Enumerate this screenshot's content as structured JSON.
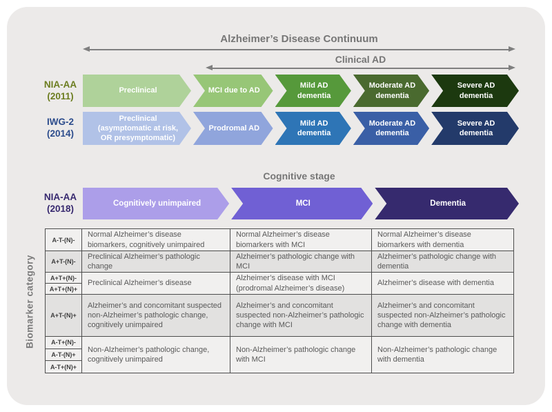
{
  "colors": {
    "page_bg": "#ffffff",
    "card_bg": "#ECEAE9",
    "heading_gray": "#767676",
    "arrow_gray": "#7f7f7f",
    "table_border": "#4d4d4d",
    "table_row_light": "#F1F0EF",
    "table_row_dark": "#E2E1E0",
    "table_text": "#595959"
  },
  "header": {
    "continuum_label": "Alzheimer’s Disease Continuum",
    "clinical_label": "Clinical AD"
  },
  "cognitive_stage_label": "Cognitive stage",
  "rows": [
    {
      "label_line1": "NIA-AA",
      "label_line2": "(2011)",
      "label_color": "#6C7D20",
      "segments": [
        {
          "text": "Preclinical",
          "color": "#AFD29A"
        },
        {
          "text": "MCI due to AD",
          "color": "#97C677"
        },
        {
          "text": "Mild AD dementia",
          "color": "#56993B"
        },
        {
          "text": "Moderate AD dementia",
          "color": "#4A6A2F"
        },
        {
          "text": "Severe AD dementia",
          "color": "#1C390F"
        }
      ]
    },
    {
      "label_line1": "IWG-2",
      "label_line2": "(2014)",
      "label_color": "#2C4C8C",
      "segments": [
        {
          "text": "Preclinical (asymptomatic at risk, OR presymptomatic)",
          "color": "#B1C2E7"
        },
        {
          "text": "Prodromal AD",
          "color": "#90A5DC"
        },
        {
          "text": "Mild AD dementia",
          "color": "#2E75B6"
        },
        {
          "text": "Moderate AD dementia",
          "color": "#3A5FA6"
        },
        {
          "text": "Severe AD dementia",
          "color": "#233A6A"
        }
      ]
    },
    {
      "label_line1": "NIA-AA",
      "label_line2": "(2018)",
      "label_color": "#37296F",
      "segments": [
        {
          "text": "Cognitively unimpaired",
          "color": "#AC9EE9"
        },
        {
          "text": "MCI",
          "color": "#7060D4"
        },
        {
          "text": "Dementia",
          "color": "#362A6E"
        }
      ]
    }
  ],
  "table": {
    "side_label": "Biomarker category",
    "rows": [
      {
        "codes": [
          "A-T-(N)-"
        ],
        "cells": [
          "Normal Alzheimer’s disease biomarkers, cognitively unimpaired",
          "Normal Alzheimer’s disease biomarkers with MCI",
          "Normal Alzheimer’s disease biomarkers with dementia"
        ]
      },
      {
        "codes": [
          "A+T-(N)-"
        ],
        "cells": [
          "Preclinical Alzheimer’s pathologic change",
          "Alzheimer’s pathologic change with MCI",
          "Alzheimer’s pathologic change with dementia"
        ]
      },
      {
        "codes": [
          "A+T+(N)-",
          "A+T+(N)+"
        ],
        "cells": [
          "Preclinical Alzheimer’s disease",
          "Alzheimer’s disease with MCI (prodromal Alzheimer’s disease)",
          "Alzheimer’s disease with dementia"
        ]
      },
      {
        "codes": [
          "A+T-(N)+"
        ],
        "cells": [
          "Alzheimer’s and concomitant suspected non-Alzheimer’s pathologic change, cognitively unimpaired",
          "Alzheimer’s and concomitant suspected non-Alzheimer’s pathologic change with MCI",
          "Alzheimer’s and concomitant suspected non-Alzheimer’s pathologic change with dementia"
        ]
      },
      {
        "codes": [
          "A-T+(N)-",
          "A-T-(N)+",
          "A-T+(N)+"
        ],
        "cells": [
          "Non-Alzheimer’s pathologic change, cognitively unimpaired",
          "Non-Alzheimer’s pathologic change with MCI",
          "Non-Alzheimer’s pathologic change with dementia"
        ]
      }
    ]
  }
}
